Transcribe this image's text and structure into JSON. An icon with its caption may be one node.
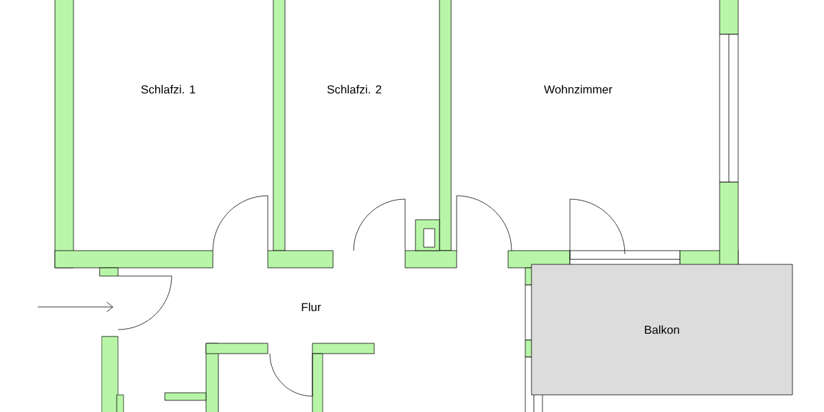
{
  "diagram": {
    "nodes": [
      {
        "text": [
          "Schlafzi. 1"
        ]
      },
      {
        "text": [
          "Schlafzi. 2"
        ]
      },
      {
        "text": [
          "Wohnzimmer"
        ]
      },
      {
        "text": [
          "Flur"
        ]
      },
      {
        "text": [
          "Balkon"
        ]
      }
    ]
  }
}
